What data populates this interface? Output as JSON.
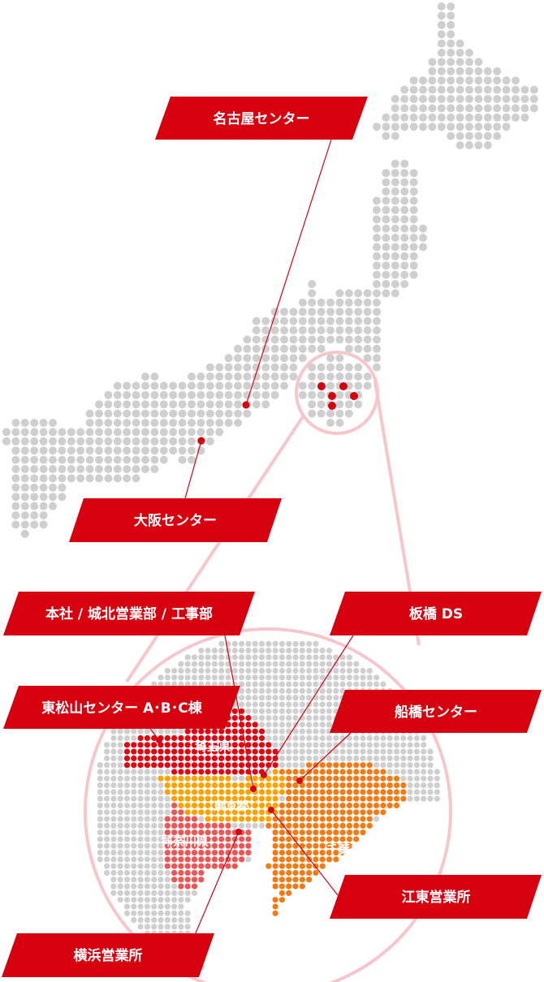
{
  "colors": {
    "land_dot": "#cfcfcf",
    "accent_red": "#d7000f",
    "saitama": "#e8000f",
    "tokyo": "#ffa200",
    "kanagawa": "#f25353",
    "chiba": "#f57a14",
    "zoom_ring": "#f7c6cc"
  },
  "locations": {
    "nagoya": "名古屋センター",
    "osaka": "大阪センター",
    "honsha": "本社 / 城北営業部 / 工事部",
    "itabashi": "板橋 DS",
    "higashimatsuyama": "東松山センター A･B･C棟",
    "funabashi": "船橋センター",
    "koto": "江東営業所",
    "yokohama": "横浜営業所"
  },
  "prefectures": {
    "saitama": "埼玉県",
    "tokyo": "東京都",
    "kanagawa": "神奈川県",
    "chiba": "千葉県"
  }
}
